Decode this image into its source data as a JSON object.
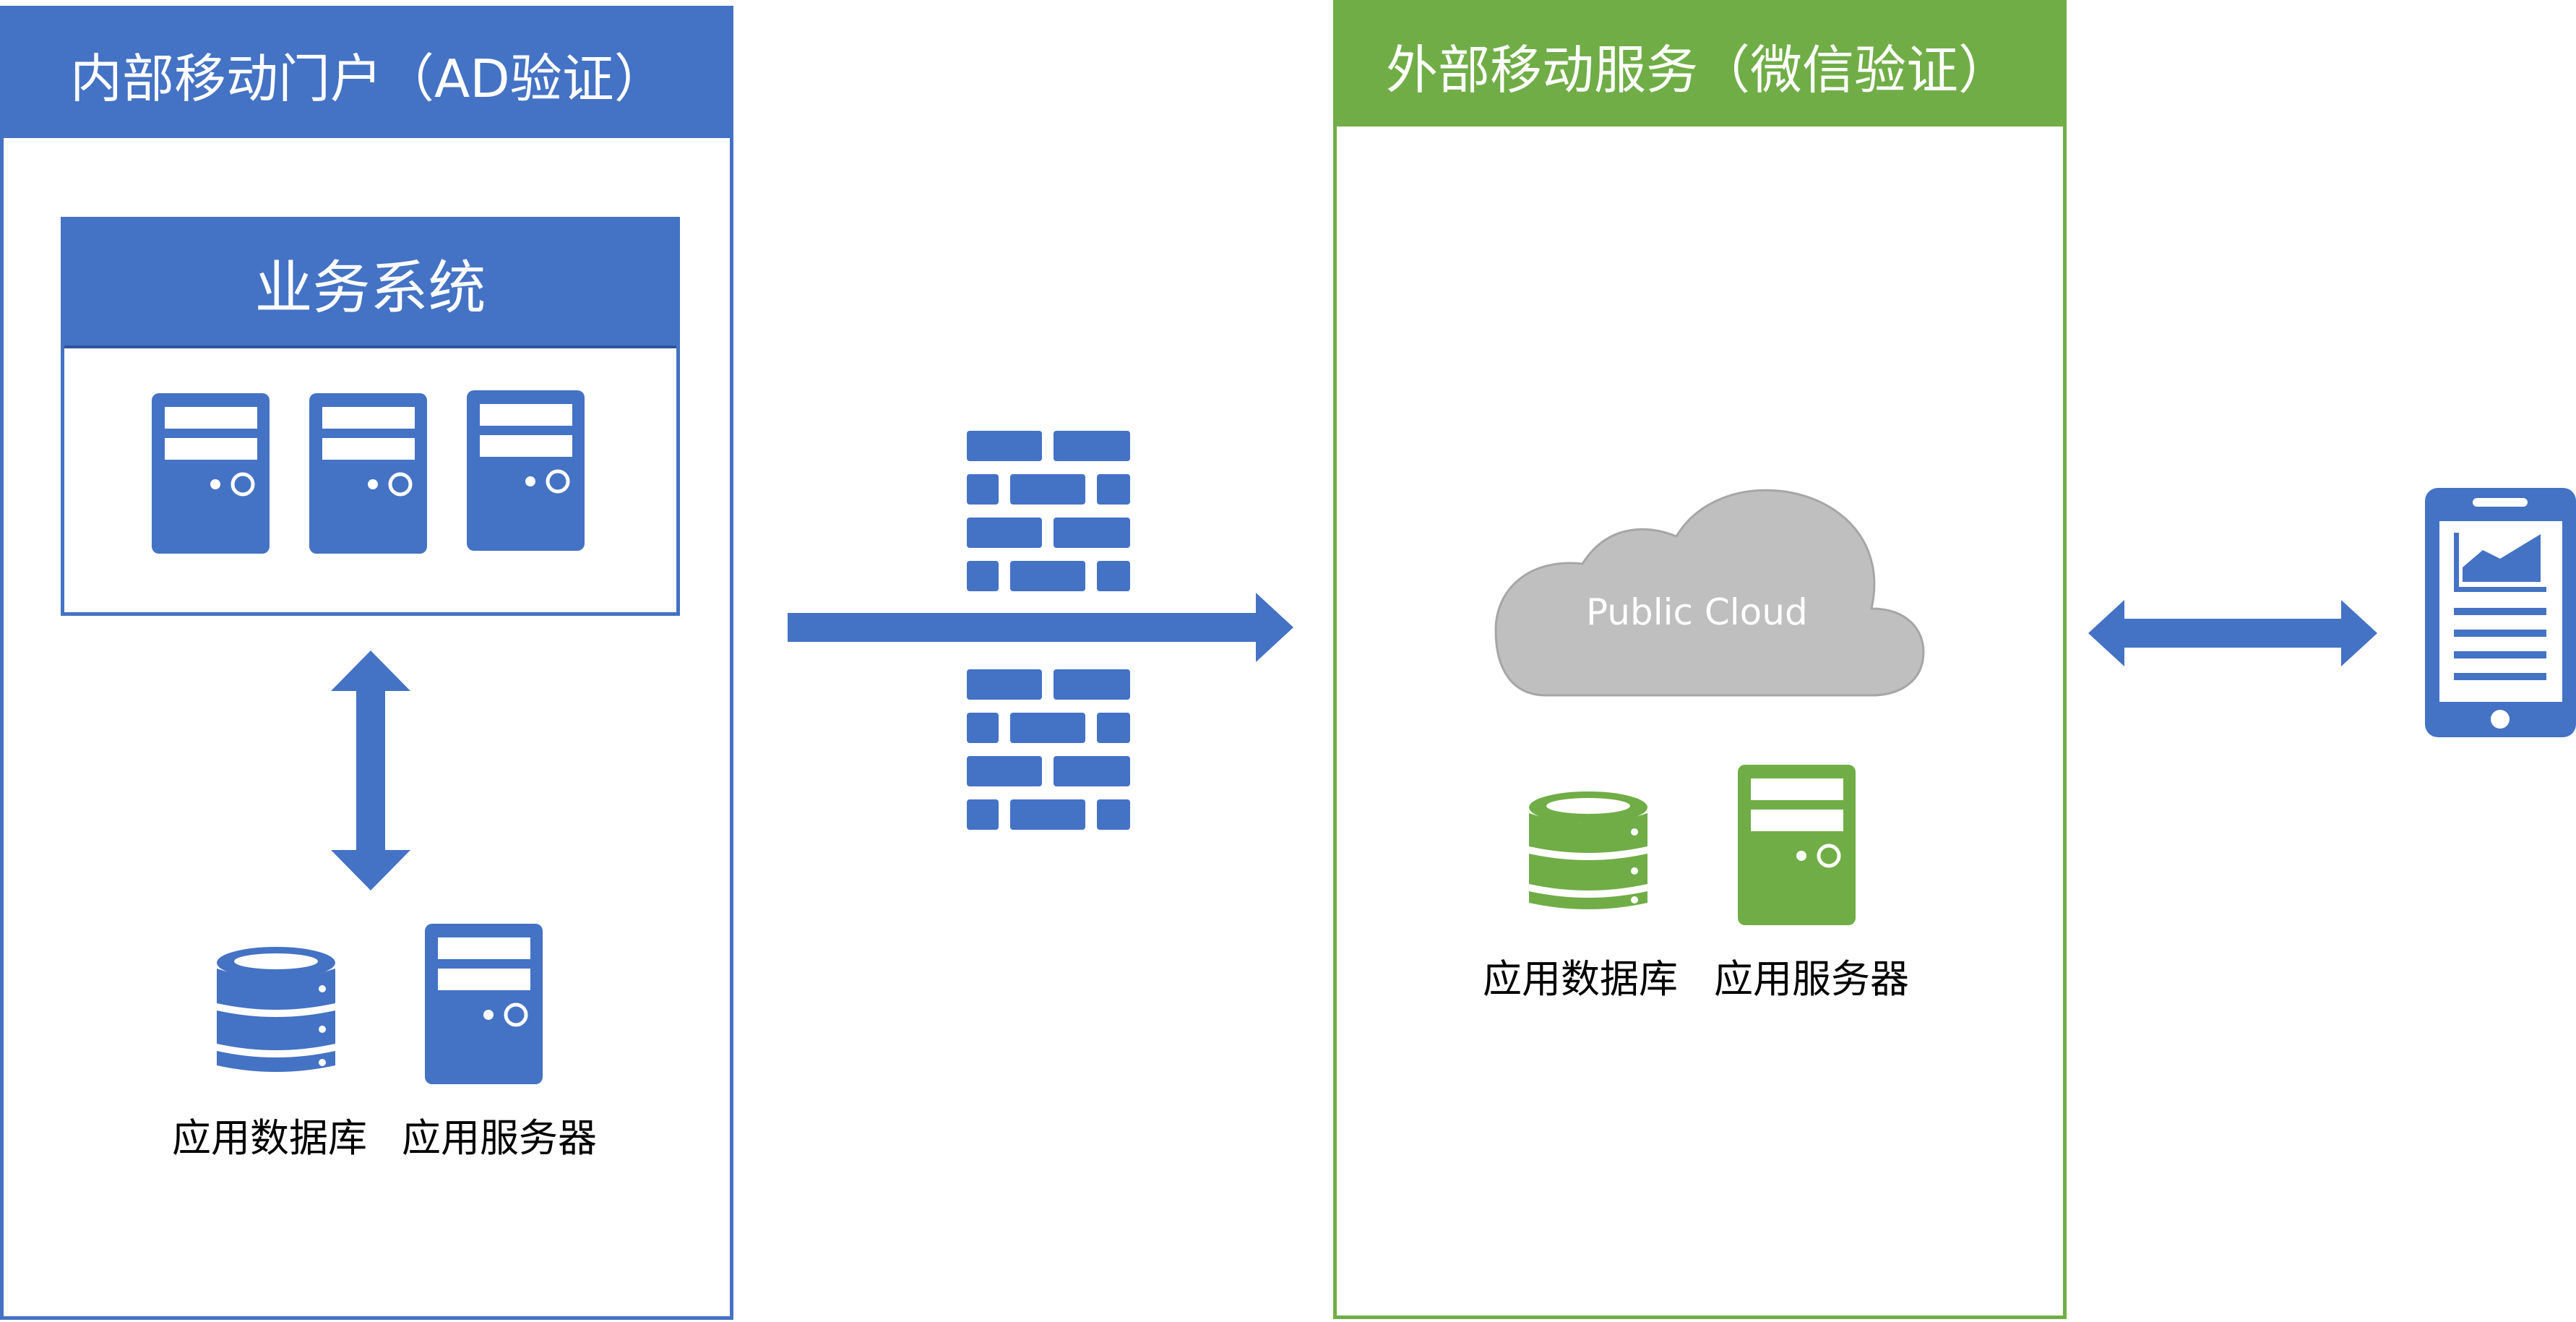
{
  "left_panel": {
    "title": "内部移动门户（AD验证）",
    "subsystem": {
      "title": "业务系统",
      "server_icons": [
        "server-icon",
        "server-icon",
        "server-icon"
      ]
    },
    "db_label": "应用数据库",
    "server_label": "应用服务器"
  },
  "right_panel": {
    "title": "外部移动服务（微信验证）",
    "cloud_label": "Public Cloud",
    "db_label": "应用数据库",
    "server_label": "应用服务器"
  },
  "icons": {
    "firewall": "firewall-icon",
    "phone": "mobile-phone-icon",
    "cloud": "cloud-icon",
    "database": "database-icon"
  },
  "colors": {
    "blue": "#4472C4",
    "green": "#70AD47",
    "cloud_gray": "#BFBFBF"
  }
}
